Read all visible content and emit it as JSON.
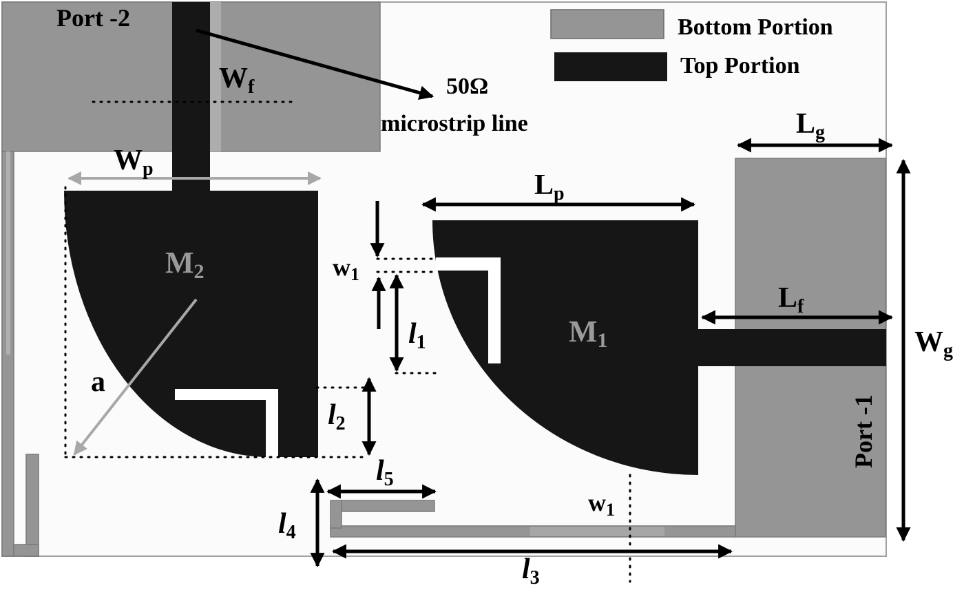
{
  "legend": {
    "bottom_label": "Bottom Portion",
    "top_label": "Top Portion",
    "bottom_color": "#959595",
    "top_color": "#161616"
  },
  "ports": {
    "port2": "Port -2",
    "port1": "Port -1"
  },
  "feed_note": {
    "impedance": "50Ω",
    "line": "microstrip line"
  },
  "patches": {
    "m2": {
      "base": "M",
      "sub": "2"
    },
    "m1": {
      "base": "M",
      "sub": "1"
    }
  },
  "dimensions": {
    "wf": {
      "base": "W",
      "sub": "f"
    },
    "wp": {
      "base": "W",
      "sub": "p"
    },
    "lp": {
      "base": "L",
      "sub": "p"
    },
    "lg": {
      "base": "L",
      "sub": "g"
    },
    "lf": {
      "base": "L",
      "sub": "f"
    },
    "wg": {
      "base": "W",
      "sub": "g"
    },
    "w1a": {
      "base": "w",
      "sub": "1"
    },
    "w1b": {
      "base": "w",
      "sub": "1"
    },
    "l1": {
      "base": "l",
      "sub": "1"
    },
    "l2": {
      "base": "l",
      "sub": "2"
    },
    "l3": {
      "base": "l",
      "sub": "3"
    },
    "l4": {
      "base": "l",
      "sub": "4"
    },
    "l5": {
      "base": "l",
      "sub": "5"
    },
    "a": "a"
  }
}
